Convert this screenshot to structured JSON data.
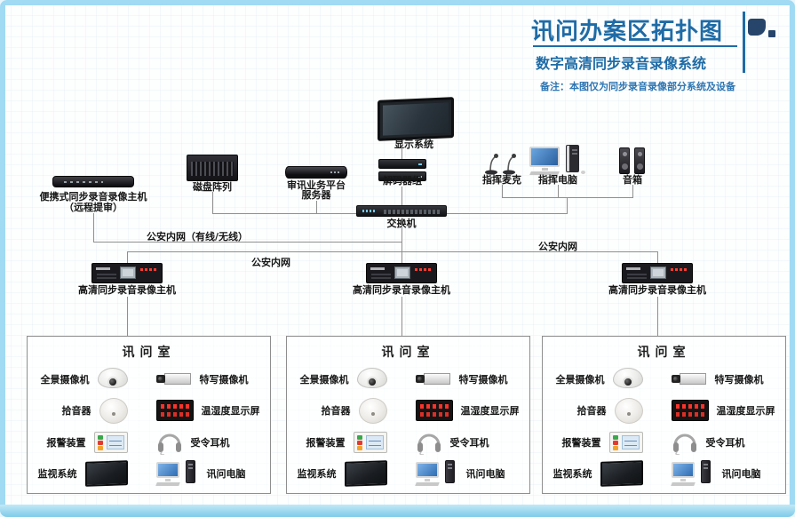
{
  "colors": {
    "accent_blue": "#1e6ba6",
    "logo_navy": "#27456b",
    "border_light_blue": "#a0daf3",
    "connector_gray": "#8f8f8f",
    "note_blue": "#2e76b3"
  },
  "header": {
    "title": "讯问办案区拓扑图",
    "subtitle": "数字高清同步录音录像系统",
    "note": "备注：本图仅为同步录音录像部分系统及设备",
    "logo_icon": "brand-logo"
  },
  "top_devices": {
    "display": {
      "label": "显示系统",
      "icon": "monitor-icon"
    },
    "disk_array": {
      "label": "磁盘阵列",
      "icon": "disk-array-icon"
    },
    "server": {
      "label_line1": "审讯业务平台",
      "label_line2": "服务器",
      "icon": "server-icon"
    },
    "decoder": {
      "label": "解码器组",
      "icon": "decoder-group-icon"
    },
    "command_mic": {
      "label": "指挥麦克",
      "icon": "gooseneck-mic-icon"
    },
    "command_pc": {
      "label": "指挥电脑",
      "icon": "desktop-computer-icon"
    },
    "speakers": {
      "label": "音箱",
      "icon": "speaker-towers-icon"
    },
    "portable_host": {
      "label_line1": "便携式同步录音录像主机",
      "label_line2": "（远程提审）",
      "icon": "portable-recorder-icon"
    },
    "switch": {
      "label": "交换机",
      "icon": "network-switch-icon"
    }
  },
  "network_labels": {
    "intranet_wireless": "公安内网（有线/无线）",
    "intranet_left": "公安内网",
    "intranet_right": "公安内网"
  },
  "hosts": [
    {
      "label": "高清同步录音录像主机",
      "icon": "recording-host-icon"
    },
    {
      "label": "高清同步录音录像主机",
      "icon": "recording-host-icon"
    },
    {
      "label": "高清同步录音录像主机",
      "icon": "recording-host-icon"
    }
  ],
  "rooms": [
    {
      "title": "讯问室",
      "items": [
        {
          "label": "全景摄像机",
          "icon": "dome-camera-icon"
        },
        {
          "label": "特写摄像机",
          "icon": "box-camera-icon"
        },
        {
          "label": "拾音器",
          "icon": "audio-pickup-icon"
        },
        {
          "label": "温湿度显示屏",
          "icon": "temp-humidity-display-icon"
        },
        {
          "label": "报警装置",
          "icon": "alarm-device-icon"
        },
        {
          "label": "受令耳机",
          "icon": "headset-icon"
        },
        {
          "label": "监视系统",
          "icon": "tv-monitor-icon"
        },
        {
          "label": "讯问电脑",
          "icon": "interrogation-pc-icon"
        }
      ]
    },
    {
      "title": "讯问室",
      "items": [
        {
          "label": "全景摄像机",
          "icon": "dome-camera-icon"
        },
        {
          "label": "特写摄像机",
          "icon": "box-camera-icon"
        },
        {
          "label": "拾音器",
          "icon": "audio-pickup-icon"
        },
        {
          "label": "温湿度显示屏",
          "icon": "temp-humidity-display-icon"
        },
        {
          "label": "报警装置",
          "icon": "alarm-device-icon"
        },
        {
          "label": "受令耳机",
          "icon": "headset-icon"
        },
        {
          "label": "监视系统",
          "icon": "tv-monitor-icon"
        },
        {
          "label": "讯问电脑",
          "icon": "interrogation-pc-icon"
        }
      ]
    },
    {
      "title": "讯问室",
      "items": [
        {
          "label": "全景摄像机",
          "icon": "dome-camera-icon"
        },
        {
          "label": "特写摄像机",
          "icon": "box-camera-icon"
        },
        {
          "label": "拾音器",
          "icon": "audio-pickup-icon"
        },
        {
          "label": "温湿度显示屏",
          "icon": "temp-humidity-display-icon"
        },
        {
          "label": "报警装置",
          "icon": "alarm-device-icon"
        },
        {
          "label": "受令耳机",
          "icon": "headset-icon"
        },
        {
          "label": "监视系统",
          "icon": "tv-monitor-icon"
        },
        {
          "label": "讯问电脑",
          "icon": "interrogation-pc-icon"
        }
      ]
    }
  ]
}
